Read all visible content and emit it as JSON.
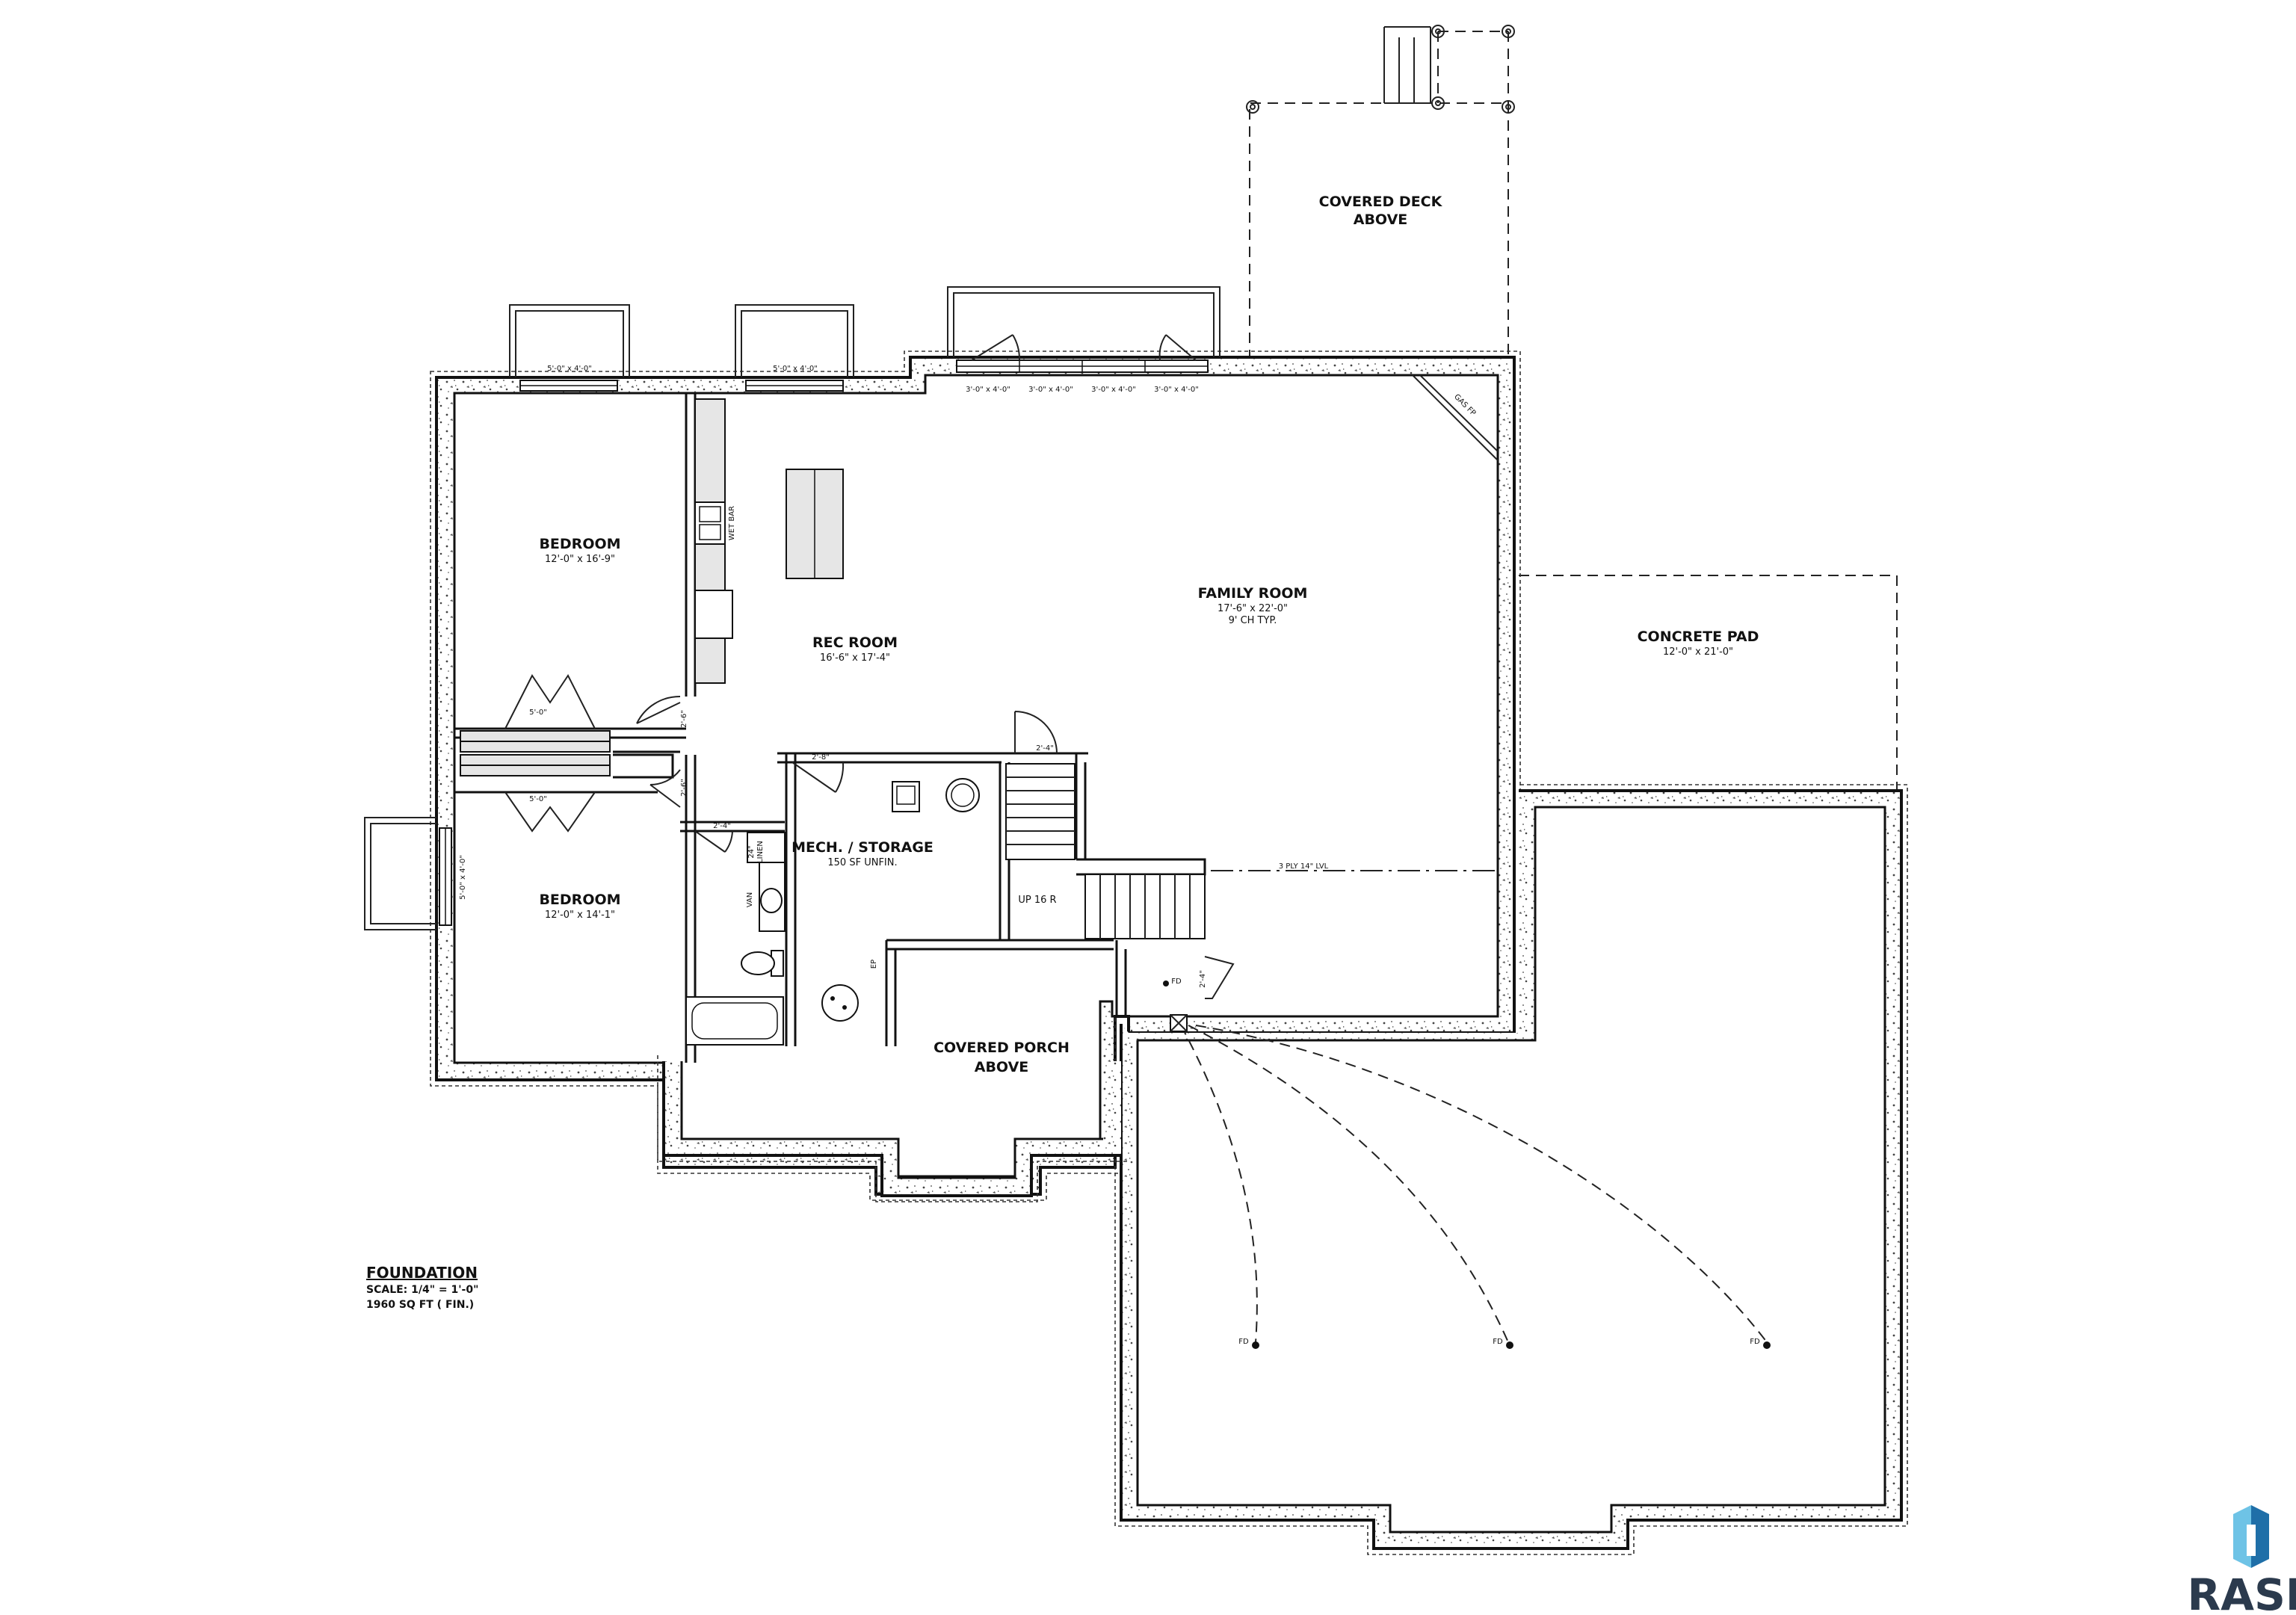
{
  "colors": {
    "line": "#111111",
    "logo_text": "#2b3a4d",
    "logo_light": "#6ec3e6",
    "logo_dark": "#1f6fa8"
  },
  "rooms": {
    "covered_deck": {
      "name_line1": "COVERED DECK",
      "name_line2": "ABOVE"
    },
    "family_room": {
      "name": "FAMILY ROOM",
      "dims": "17'-6\" x 22'-0\"",
      "note": "9' CH TYP."
    },
    "rec_room": {
      "name": "REC ROOM",
      "dims": "16'-6\" x 17'-4\""
    },
    "bedroom_1": {
      "name": "BEDROOM",
      "dims": "12'-0\" x 16'-9\""
    },
    "bedroom_2": {
      "name": "BEDROOM",
      "dims": "12'-0\" x 14'-1\""
    },
    "mech_storage": {
      "name": "MECH. / STORAGE",
      "note": "150 SF UNFIN."
    },
    "covered_porch": {
      "name_line1": "COVERED PORCH",
      "name_line2": "ABOVE"
    },
    "concrete_pad": {
      "name": "CONCRETE PAD",
      "dims": "12'-0\" x 21'-0\""
    }
  },
  "labels": {
    "window_5x4_a": "5'-0\" x 4'-0\"",
    "window_5x4_b": "5'-0\" x 4'-0\"",
    "window_3x4_a": "3'-0\" x 4'-0\"",
    "window_3x4_b": "3'-0\" x 4'-0\"",
    "window_3x4_c": "3'-0\" x 4'-0\"",
    "window_3x4_d": "3'-0\" x 4'-0\"",
    "window_side": "5'-0\" x 4'-0\"",
    "closet_1": "5'-0\"",
    "closet_2": "5'-0\"",
    "door_2_6_a": "2'-6\"",
    "door_2_6_b": "2'-6\"",
    "door_2_8": "2'-8\"",
    "door_2_4_bath": "2'-4\"",
    "door_2_4_stair": "2'-4\"",
    "door_2_4_closet": "2'-4\"",
    "linen_24": "24\"",
    "linen": "LINEN",
    "vanity": "VAN",
    "wet_bar": "WET BAR",
    "gas_fp": "GAS FP",
    "up": "UP 16 R",
    "beam": "3 PLY 14\" LVL",
    "ep": "EP",
    "fd_1": "FD",
    "fd_2": "FD",
    "fd_3": "FD",
    "fd_4": "FD"
  },
  "title_block": {
    "title": "FOUNDATION",
    "scale": "SCALE: 1/4\" = 1'-0\"",
    "area": "1960 SQ FT ( FIN.)"
  },
  "logo": {
    "text": "RASE"
  }
}
